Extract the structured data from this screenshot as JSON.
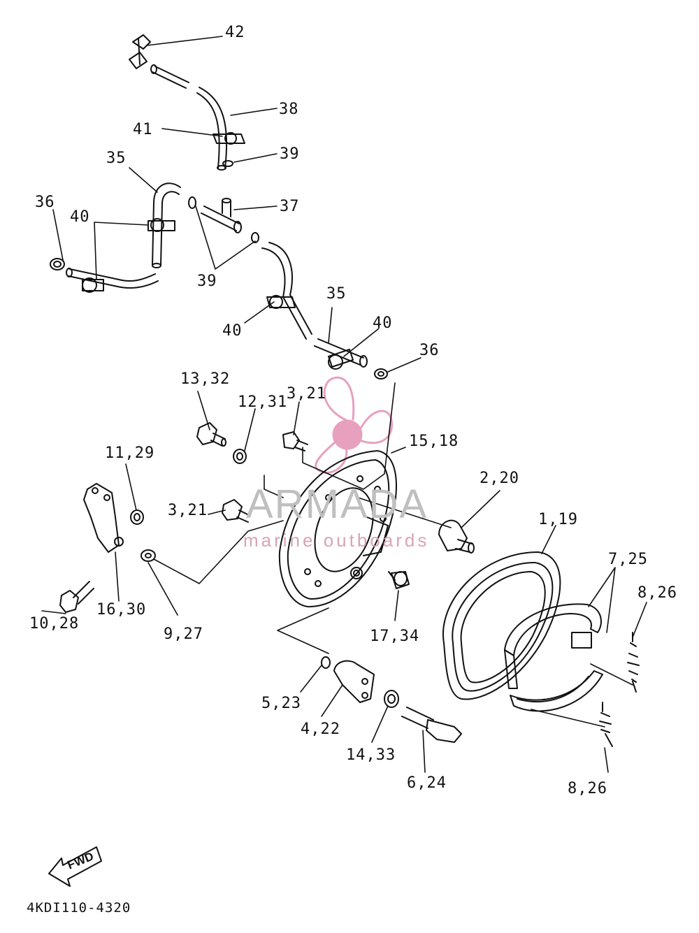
{
  "watermark": {
    "title": "ARMADA",
    "subtitle": "marine outboards",
    "accent_color": "#e8a0bf"
  },
  "fwd_label": "FWD",
  "drawing_code": "4KDI110-4320",
  "callouts": [
    {
      "id": "c42",
      "text": "42"
    },
    {
      "id": "c38",
      "text": "38"
    },
    {
      "id": "c41",
      "text": "41"
    },
    {
      "id": "c39a",
      "text": "39"
    },
    {
      "id": "c35a",
      "text": "35"
    },
    {
      "id": "c37",
      "text": "37"
    },
    {
      "id": "c36a",
      "text": "36"
    },
    {
      "id": "c40a",
      "text": "40"
    },
    {
      "id": "c39b",
      "text": "39"
    },
    {
      "id": "c35b",
      "text": "35"
    },
    {
      "id": "c40b",
      "text": "40"
    },
    {
      "id": "c40c",
      "text": "40"
    },
    {
      "id": "c36b",
      "text": "36"
    },
    {
      "id": "c1332",
      "text": "13,32"
    },
    {
      "id": "c1231",
      "text": "12,31"
    },
    {
      "id": "c321a",
      "text": "3,21"
    },
    {
      "id": "c1518",
      "text": "15,18"
    },
    {
      "id": "c1129",
      "text": "11,29"
    },
    {
      "id": "c220",
      "text": "2,20"
    },
    {
      "id": "c119",
      "text": "1,19"
    },
    {
      "id": "c321b",
      "text": "3,21"
    },
    {
      "id": "c725",
      "text": "7,25"
    },
    {
      "id": "c826a",
      "text": "8,26"
    },
    {
      "id": "c1028",
      "text": "10,28"
    },
    {
      "id": "c1630",
      "text": "16,30"
    },
    {
      "id": "c927",
      "text": "9,27"
    },
    {
      "id": "c1734",
      "text": "17,34"
    },
    {
      "id": "c523",
      "text": "5,23"
    },
    {
      "id": "c422",
      "text": "4,22"
    },
    {
      "id": "c1433",
      "text": "14,33"
    },
    {
      "id": "c624",
      "text": "6,24"
    },
    {
      "id": "c826b",
      "text": "8,26"
    }
  ]
}
